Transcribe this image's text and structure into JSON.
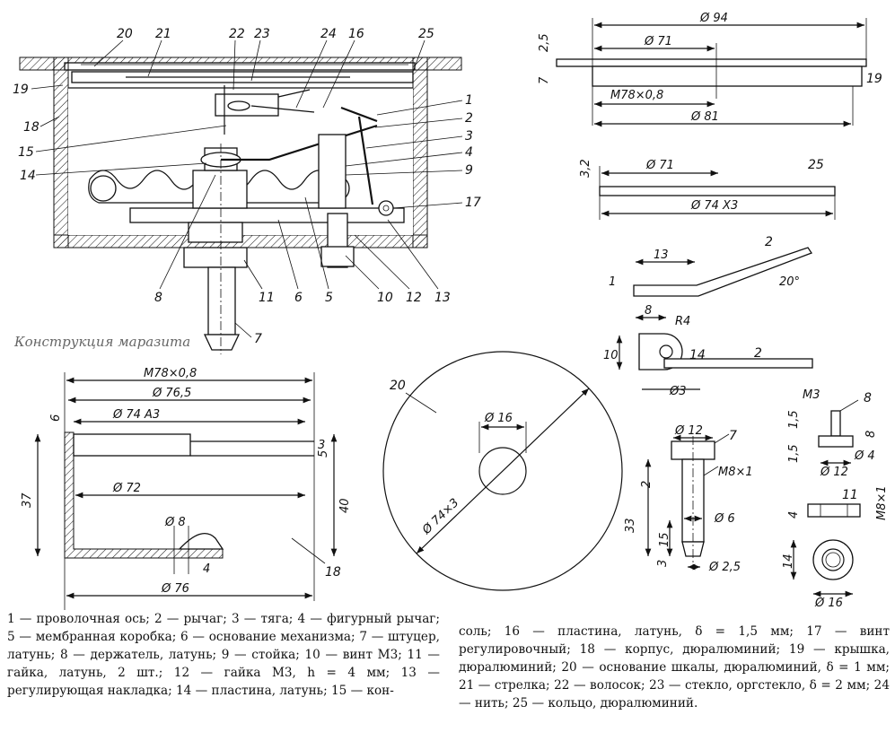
{
  "assembly": {
    "watermark": "Конструкция маразита",
    "callouts": [
      "20",
      "21",
      "22",
      "23",
      "24",
      "16",
      "25",
      "19",
      "18",
      "15",
      "14",
      "8",
      "1",
      "2",
      "3",
      "4",
      "9",
      "17",
      "7",
      "11",
      "6",
      "5",
      "10",
      "12",
      "13"
    ]
  },
  "lid_detail": {
    "dims": [
      "Ø 94",
      "2,5",
      "Ø 71",
      "7",
      "M78×0,8",
      "Ø 81"
    ],
    "callout": "19"
  },
  "ring_detail": {
    "dims": [
      "3,2",
      "Ø 71",
      "Ø 74 X3"
    ],
    "callout": "25"
  },
  "lever_detail": {
    "dims": [
      "13",
      "20°",
      "1",
      "8",
      "R4",
      "10",
      "Ø3"
    ],
    "callouts": [
      "2",
      "14",
      "2"
    ]
  },
  "body_detail": {
    "dims": [
      "M78×0,8",
      "Ø 76,5",
      "Ø 74 A3",
      "6",
      "Ø 72",
      "37",
      "5",
      "3",
      "40",
      "Ø 8",
      "4",
      "Ø 76"
    ],
    "callout": "18"
  },
  "dial_detail": {
    "dims": [
      "Ø 16",
      "Ø 74×3"
    ],
    "callout": "20"
  },
  "fitting_detail": {
    "dims": [
      "Ø 12",
      "M8×1",
      "2",
      "33",
      "Ø 6",
      "15",
      "3",
      "Ø 2,5"
    ],
    "callout": "7"
  },
  "holder_detail": {
    "dims": [
      "M3",
      "1,5",
      "8",
      "1,5",
      "Ø 12",
      "Ø 4"
    ],
    "callout": "8"
  },
  "nut_detail": {
    "dims": [
      "4",
      "M8×1",
      "14",
      "Ø 16"
    ],
    "callout": "11"
  },
  "caption": {
    "left": "1 — проволочная ось; 2 — рычаг; 3 — тяга; 4 — фигурный рычаг; 5 — мембранная коробка; 6 — основание механизма; 7 — штуцер, латунь; 8 — держатель, латунь; 9 — стойка; 10 — винт М3; 11 — гайка, латунь, 2 шт.; 12 — гайка М3, h = 4 мм; 13 — регулирующая накладка; 14 — пластина, латунь; 15 — кон-",
    "right": "соль; 16 — пластина, латунь, δ = 1,5 мм; 17 — винт регулировочный; 18 — корпус, дюралюминий; 19 — крышка, дюралюминий; 20 — основание шкалы, дюралюминий, δ = 1 мм; 21 — стрелка; 22 — волосок; 23 — стекло, оргстекло, δ = 2 мм; 24 — нить; 25 — кольцо, дюралюминий."
  }
}
